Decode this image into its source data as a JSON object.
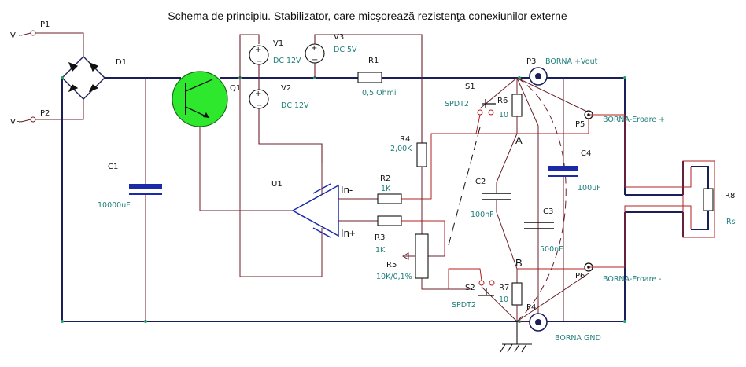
{
  "title": "Schema de principiu. Stabilizator, care micşorează rezistenţa conexiunilor externe",
  "colors": {
    "bus": "#1a1f5a",
    "wire_red": "#b02020",
    "wire_thin": "#6b1f2a",
    "value_text": "#1f7f7a",
    "transistor_fill": "#2ee82e",
    "capacitor_plate": "#1a2aa8",
    "node_dot": "#2aa36a"
  },
  "ports": {
    "p1": "P1",
    "p2": "P2",
    "p3": "P3",
    "p4": "P4",
    "p5": "P5",
    "p6": "P6",
    "ac1": "V~",
    "ac2": "V~"
  },
  "components": {
    "d1": "D1",
    "q1": "Q1",
    "u1": "U1",
    "in_minus": "In-",
    "in_plus": "In+",
    "c1": {
      "name": "C1",
      "value": "10000uF"
    },
    "v1": {
      "name": "V1",
      "value": "DC 12V"
    },
    "v2": {
      "name": "V2",
      "value": "DC 12V"
    },
    "v3": {
      "name": "V3",
      "value": "DC 5V"
    },
    "r1": {
      "name": "R1",
      "value": "0,5 Ohmi"
    },
    "r2": {
      "name": "R2",
      "value": "1K"
    },
    "r3": {
      "name": "R3",
      "value": "1K"
    },
    "r4": {
      "name": "R4",
      "value": "2,00K"
    },
    "r5": {
      "name": "R5",
      "value": "10K/0,1%"
    },
    "r6": {
      "name": "R6",
      "value": "10"
    },
    "r7": {
      "name": "R7",
      "value": "10"
    },
    "r8": {
      "name": "R8",
      "value": "Rs"
    },
    "c2": {
      "name": "C2",
      "value": "100nF"
    },
    "c3": {
      "name": "C3",
      "value": "500nF"
    },
    "c4": {
      "name": "C4",
      "value": "100uF"
    },
    "s1": {
      "name": "S1",
      "value": "SPDT2"
    },
    "s2": {
      "name": "S2",
      "value": "SPDT2"
    }
  },
  "nodes": {
    "a": "A",
    "b": "B"
  },
  "terminals": {
    "vout": "BORNA +Vout",
    "err_plus": "BORNA-Eroare +",
    "err_minus": "BORNA-Eroare -",
    "gnd": "BORNA GND"
  }
}
